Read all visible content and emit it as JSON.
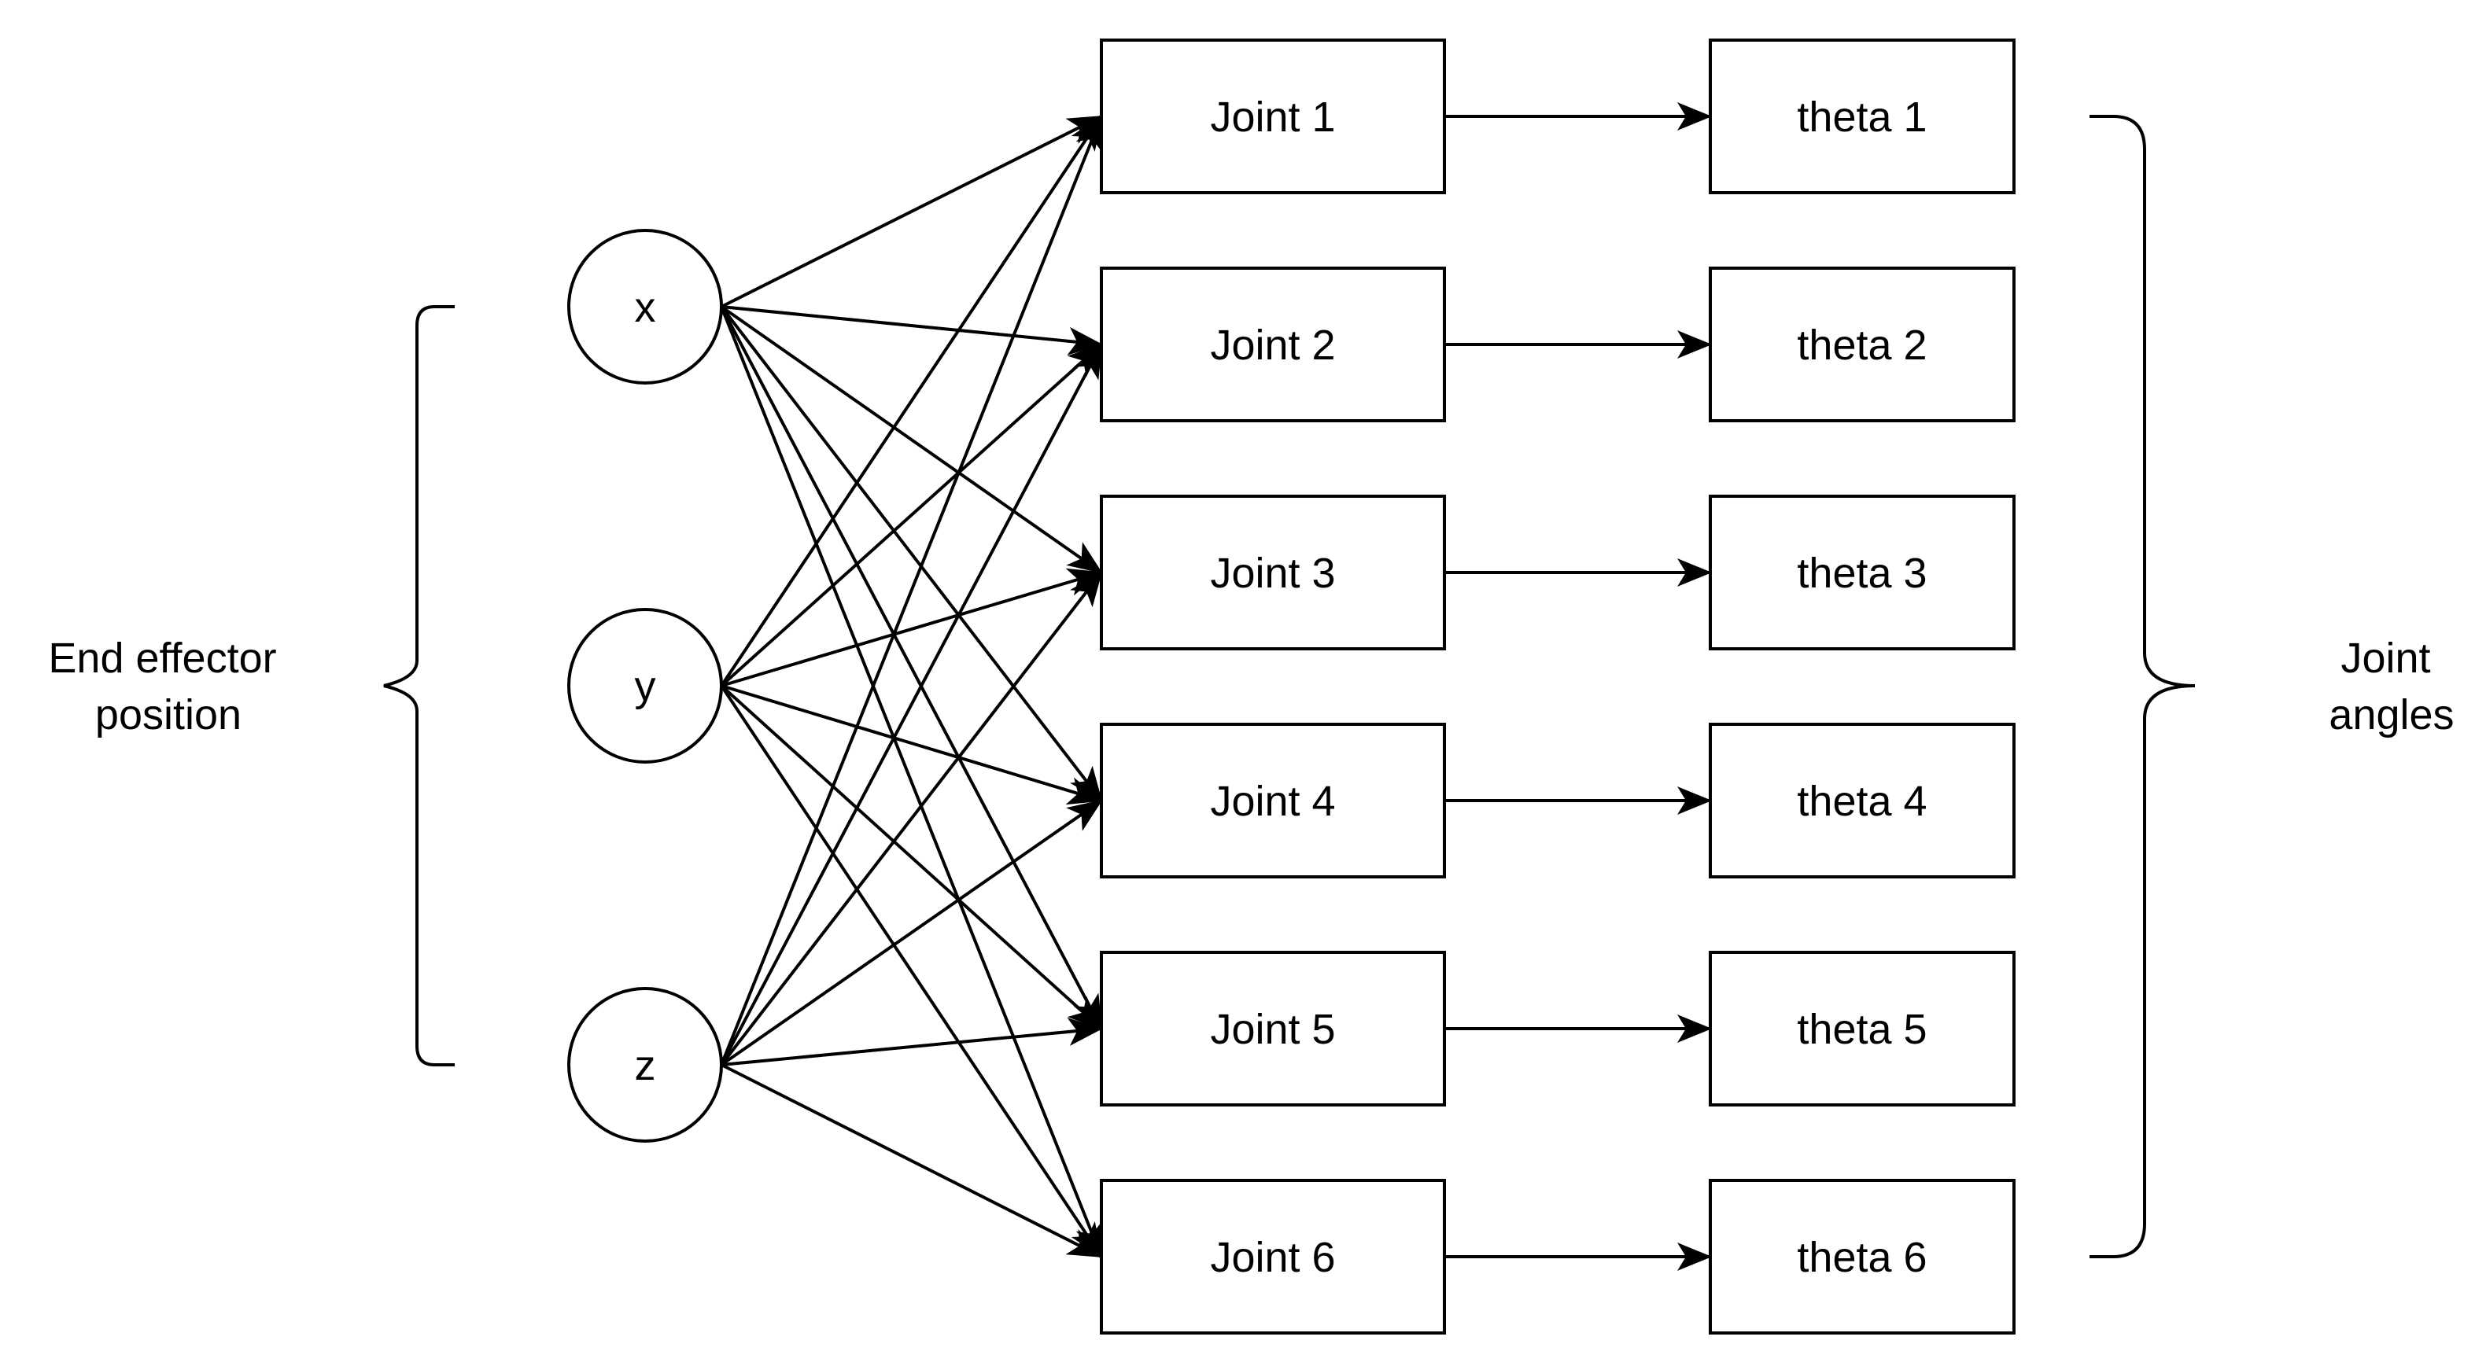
{
  "inputs": [
    {
      "id": "x",
      "label": "x"
    },
    {
      "id": "y",
      "label": "y"
    },
    {
      "id": "z",
      "label": "z"
    }
  ],
  "joints": [
    {
      "id": "j1",
      "label": "Joint 1"
    },
    {
      "id": "j2",
      "label": "Joint 2"
    },
    {
      "id": "j3",
      "label": "Joint 3"
    },
    {
      "id": "j4",
      "label": "Joint 4"
    },
    {
      "id": "j5",
      "label": "Joint 5"
    },
    {
      "id": "j6",
      "label": "Joint 6"
    }
  ],
  "outputs": [
    {
      "id": "t1",
      "label": "theta 1"
    },
    {
      "id": "t2",
      "label": "theta 2"
    },
    {
      "id": "t3",
      "label": "theta 3"
    },
    {
      "id": "t4",
      "label": "theta 4"
    },
    {
      "id": "t5",
      "label": "theta 5"
    },
    {
      "id": "t6",
      "label": "theta 6"
    }
  ],
  "left_group": {
    "lines": [
      "End effector",
      "position"
    ]
  },
  "right_group": {
    "lines": [
      "Joint",
      "angles"
    ]
  },
  "connections": {
    "inputs_to_joints": "all",
    "joints_to_outputs": "one-to-one"
  },
  "colors": {
    "stroke": "#000000",
    "fill": "#ffffff"
  }
}
